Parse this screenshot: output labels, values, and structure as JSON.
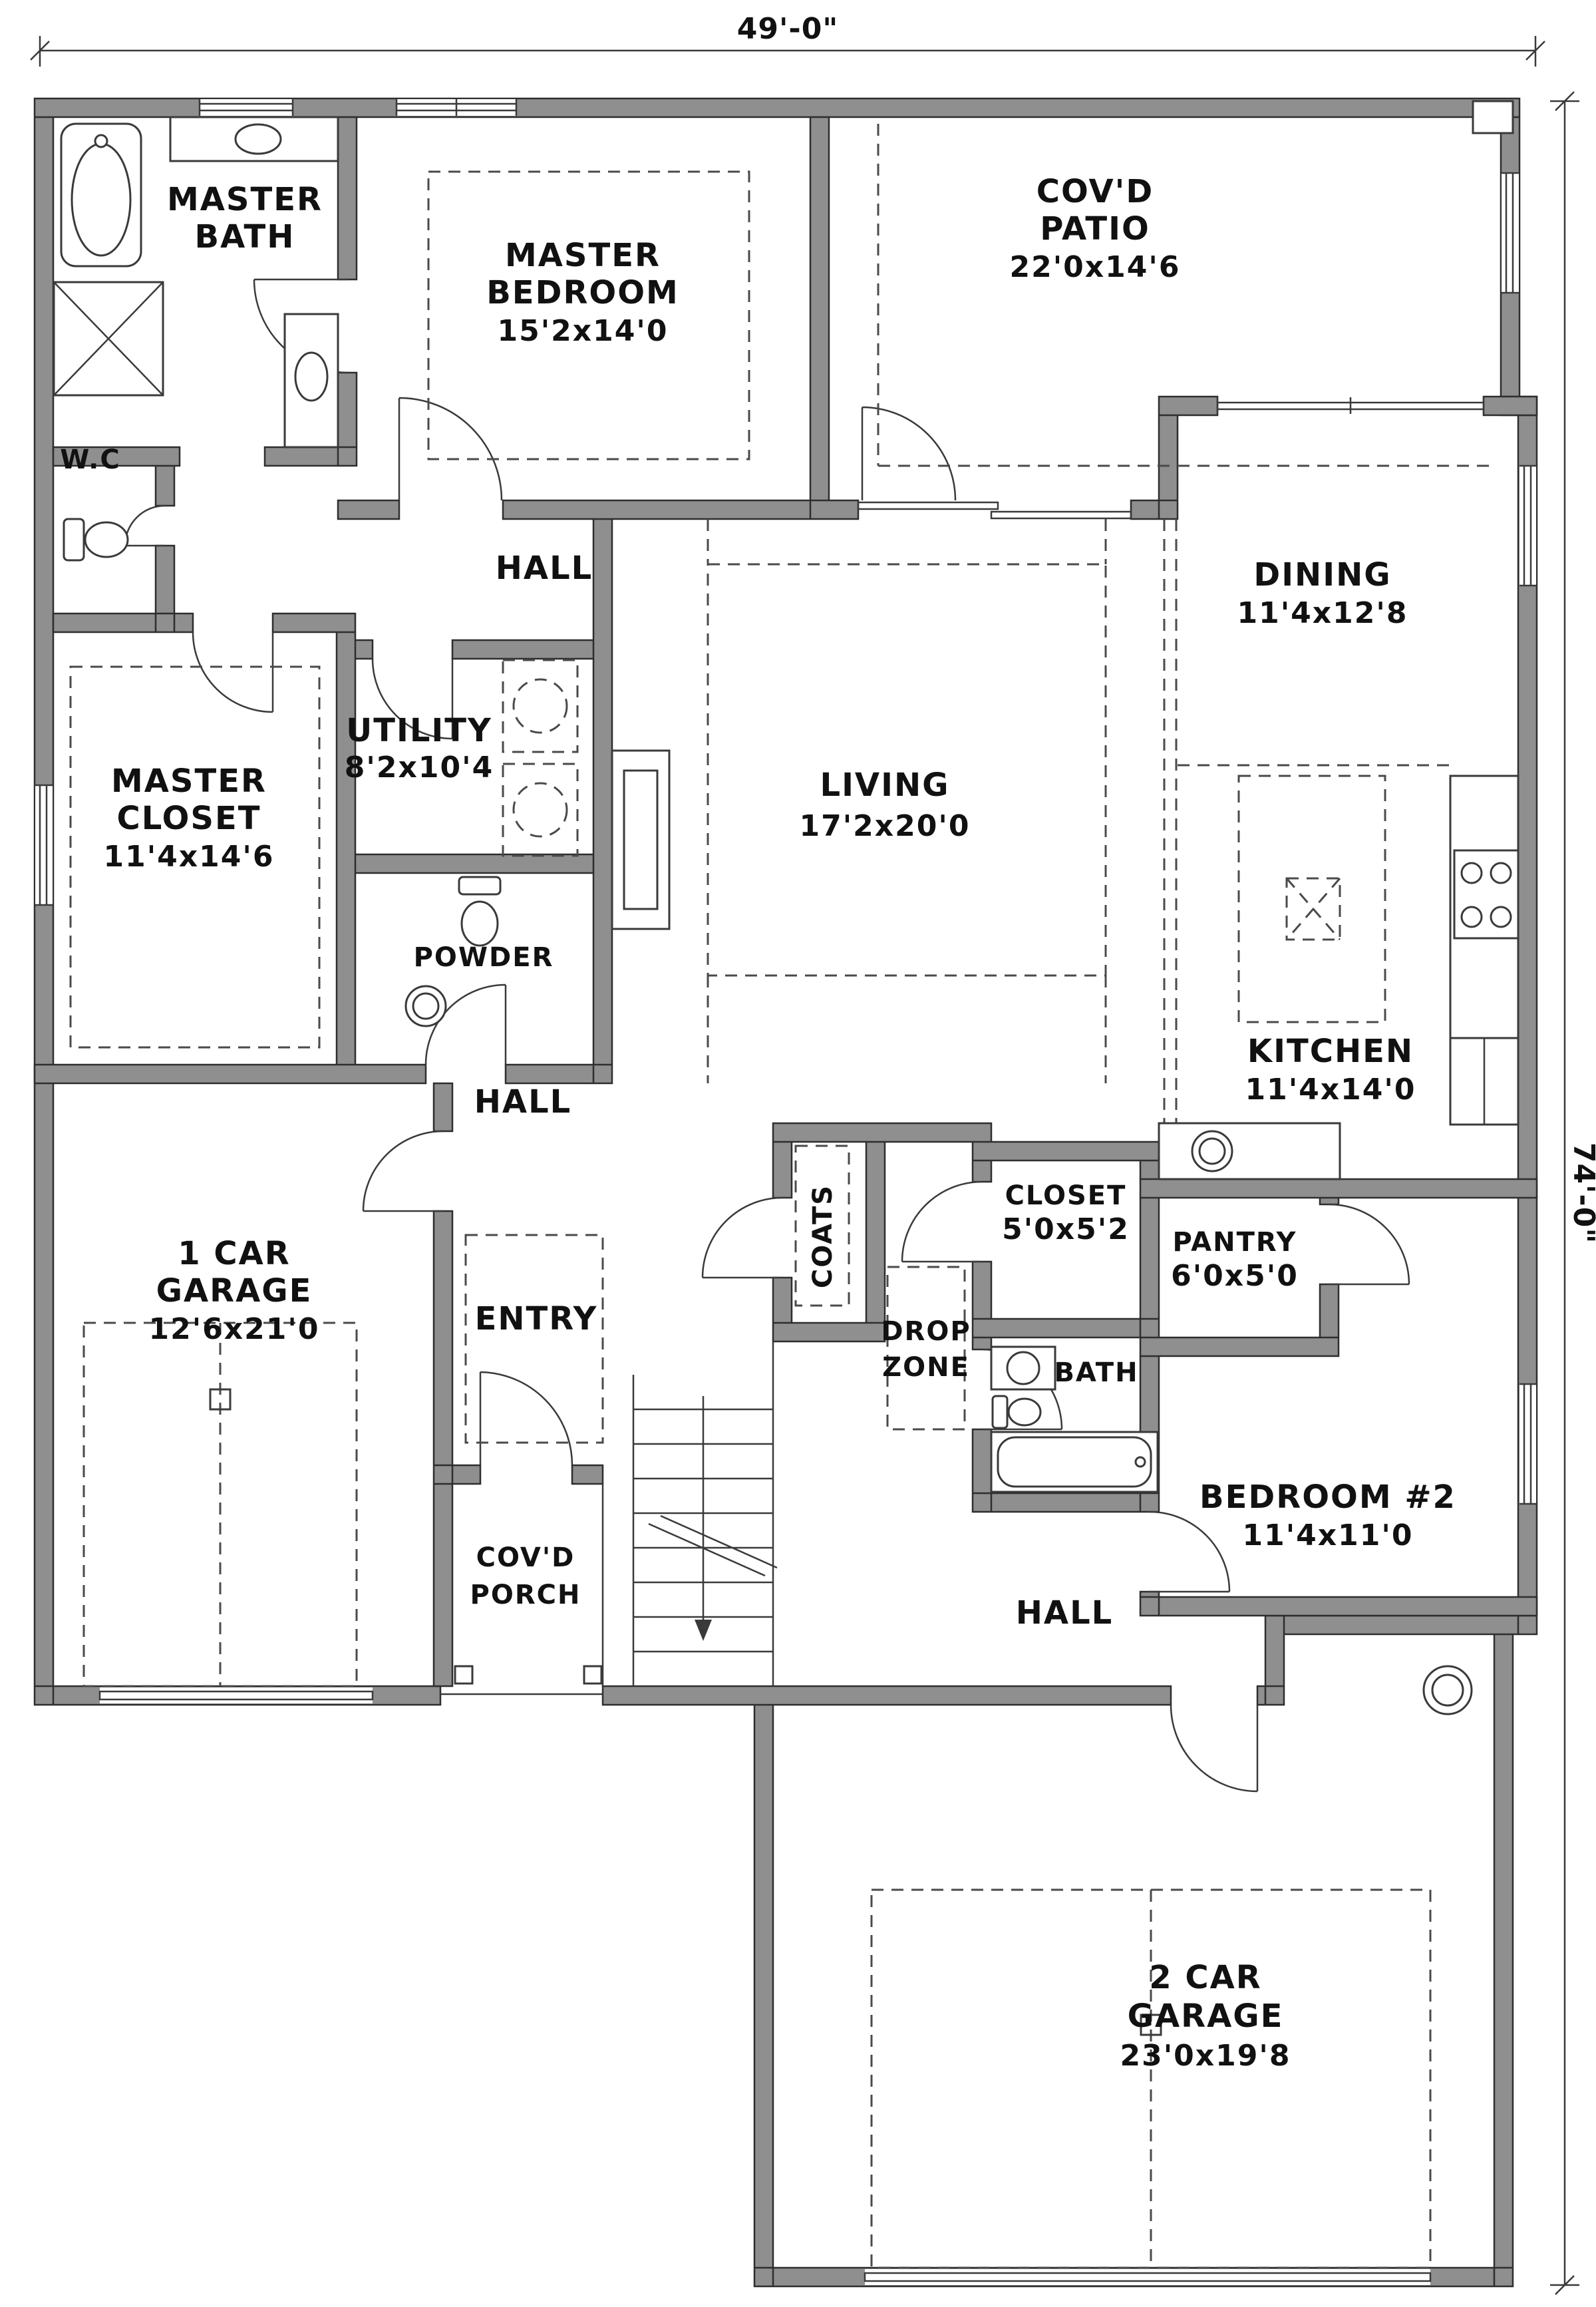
{
  "colors": {
    "wall": "#8f8f8f",
    "wall_stroke": "#2e2e2e",
    "line": "#3a3a3a",
    "dash": "#4a4a4a",
    "text": "#111111"
  },
  "dimensions": {
    "top": "49'-0\"",
    "right": "74'-0\""
  },
  "rooms": {
    "master_bath": {
      "name1": "MASTER",
      "name2": "BATH"
    },
    "master_bedroom": {
      "name1": "MASTER",
      "name2": "BEDROOM",
      "size": "15'2x14'0"
    },
    "covd_patio": {
      "name1": "COV'D",
      "name2": "PATIO",
      "size": "22'0x14'6"
    },
    "wc": {
      "name": "W.C"
    },
    "hall_upper": {
      "name": "HALL"
    },
    "dining": {
      "name": "DINING",
      "size": "11'4x12'8"
    },
    "utility": {
      "name": "UTILITY",
      "size": "8'2x10'4"
    },
    "master_closet": {
      "name1": "MASTER",
      "name2": "CLOSET",
      "size": "11'4x14'6"
    },
    "living": {
      "name": "LIVING",
      "size": "17'2x20'0"
    },
    "powder": {
      "name": "POWDER"
    },
    "kitchen": {
      "name": "KITCHEN",
      "size": "11'4x14'0"
    },
    "hall_mid": {
      "name": "HALL"
    },
    "garage_1car": {
      "name1": "1 CAR",
      "name2": "GARAGE",
      "size": "12'6x21'0"
    },
    "entry": {
      "name": "ENTRY"
    },
    "coats": {
      "name": "COATS"
    },
    "closet": {
      "name": "CLOSET",
      "size": "5'0x5'2"
    },
    "pantry": {
      "name": "PANTRY",
      "size": "6'0x5'0"
    },
    "drop_zone": {
      "name1": "DROP",
      "name2": "ZONE"
    },
    "bath2": {
      "name": "BATH"
    },
    "bedroom2": {
      "name": "BEDROOM #2",
      "size": "11'4x11'0"
    },
    "covd_porch": {
      "name1": "COV'D",
      "name2": "PORCH"
    },
    "hall_lower": {
      "name": "HALL"
    },
    "garage_2car": {
      "name1": "2 CAR",
      "name2": "GARAGE",
      "size": "23'0x19'8"
    }
  }
}
